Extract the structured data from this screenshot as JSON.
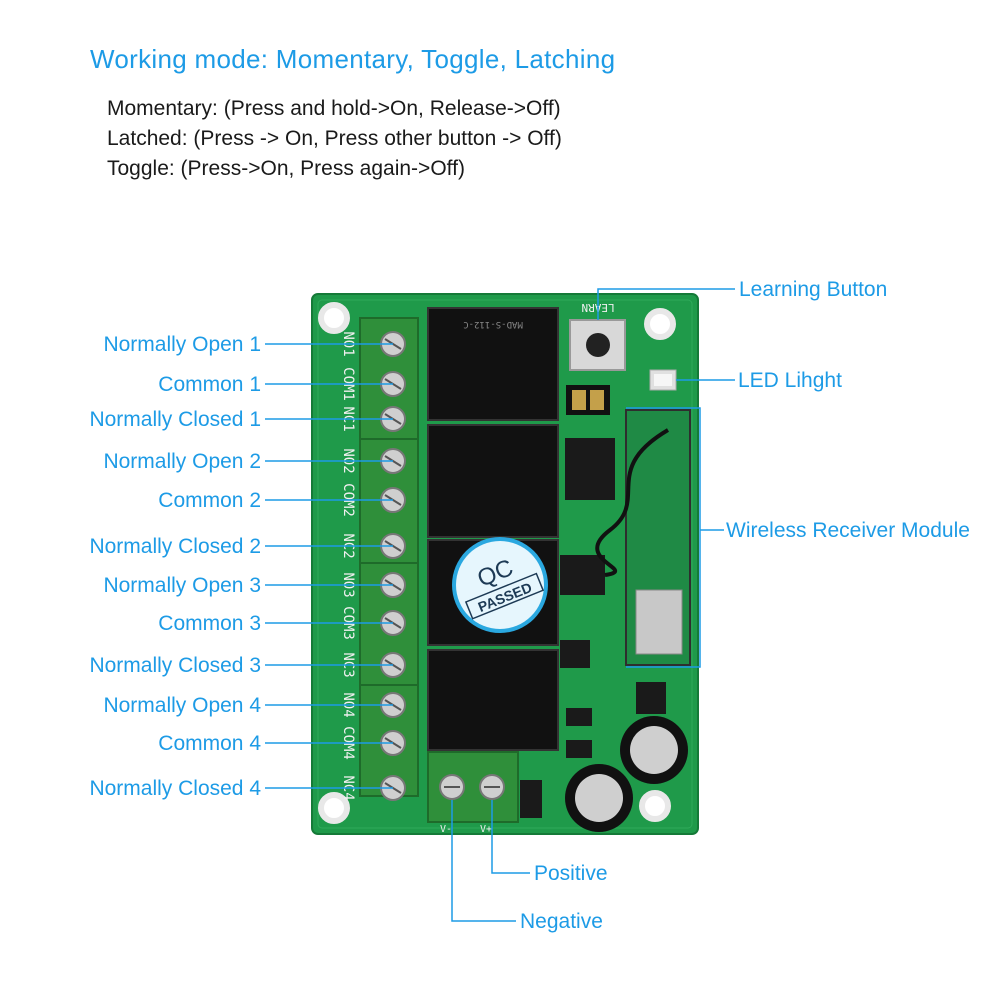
{
  "header": {
    "title": "Working mode: Momentary, Toggle, Latching",
    "modes": [
      "Momentary: (Press and hold->On, Release->Off)",
      "Latched: (Press -> On, Press other button -> Off)",
      "Toggle: (Press->On, Press again->Off)"
    ]
  },
  "terminal_labels": [
    "Normally Open 1",
    "Common 1",
    "Normally Closed 1",
    "Normally Open 2",
    "Common 2",
    "Normally Closed 2",
    "Normally Open 3",
    "Common 3",
    "Normally Closed 3",
    "Normally Open 4",
    "Common 4",
    "Normally Closed 4"
  ],
  "component_labels": {
    "learning_button": "Learning Button",
    "led": "LED Lihght",
    "wireless_module": "Wireless Receiver Module",
    "positive": "Positive",
    "negative": "Negative"
  },
  "board": {
    "silkscreen_terminals": [
      "NO1",
      "COM1",
      "NC1",
      "NO2",
      "COM2",
      "NC2",
      "NO3",
      "COM3",
      "NC3",
      "NO4",
      "COM4",
      "NC4"
    ],
    "relay_marking": "MAD-S-112-C",
    "learn_marking": "LEARN",
    "qc_sticker": {
      "line1": "QC",
      "line2": "PASSED"
    },
    "power_marks": {
      "minus": "V-",
      "plus": "V+"
    }
  },
  "colors": {
    "accent": "#1d9be6",
    "pcb": "#1f9a4a",
    "terminal": "#2f8f3a",
    "relay": "#111111",
    "sticker": "#2aa8e0"
  }
}
